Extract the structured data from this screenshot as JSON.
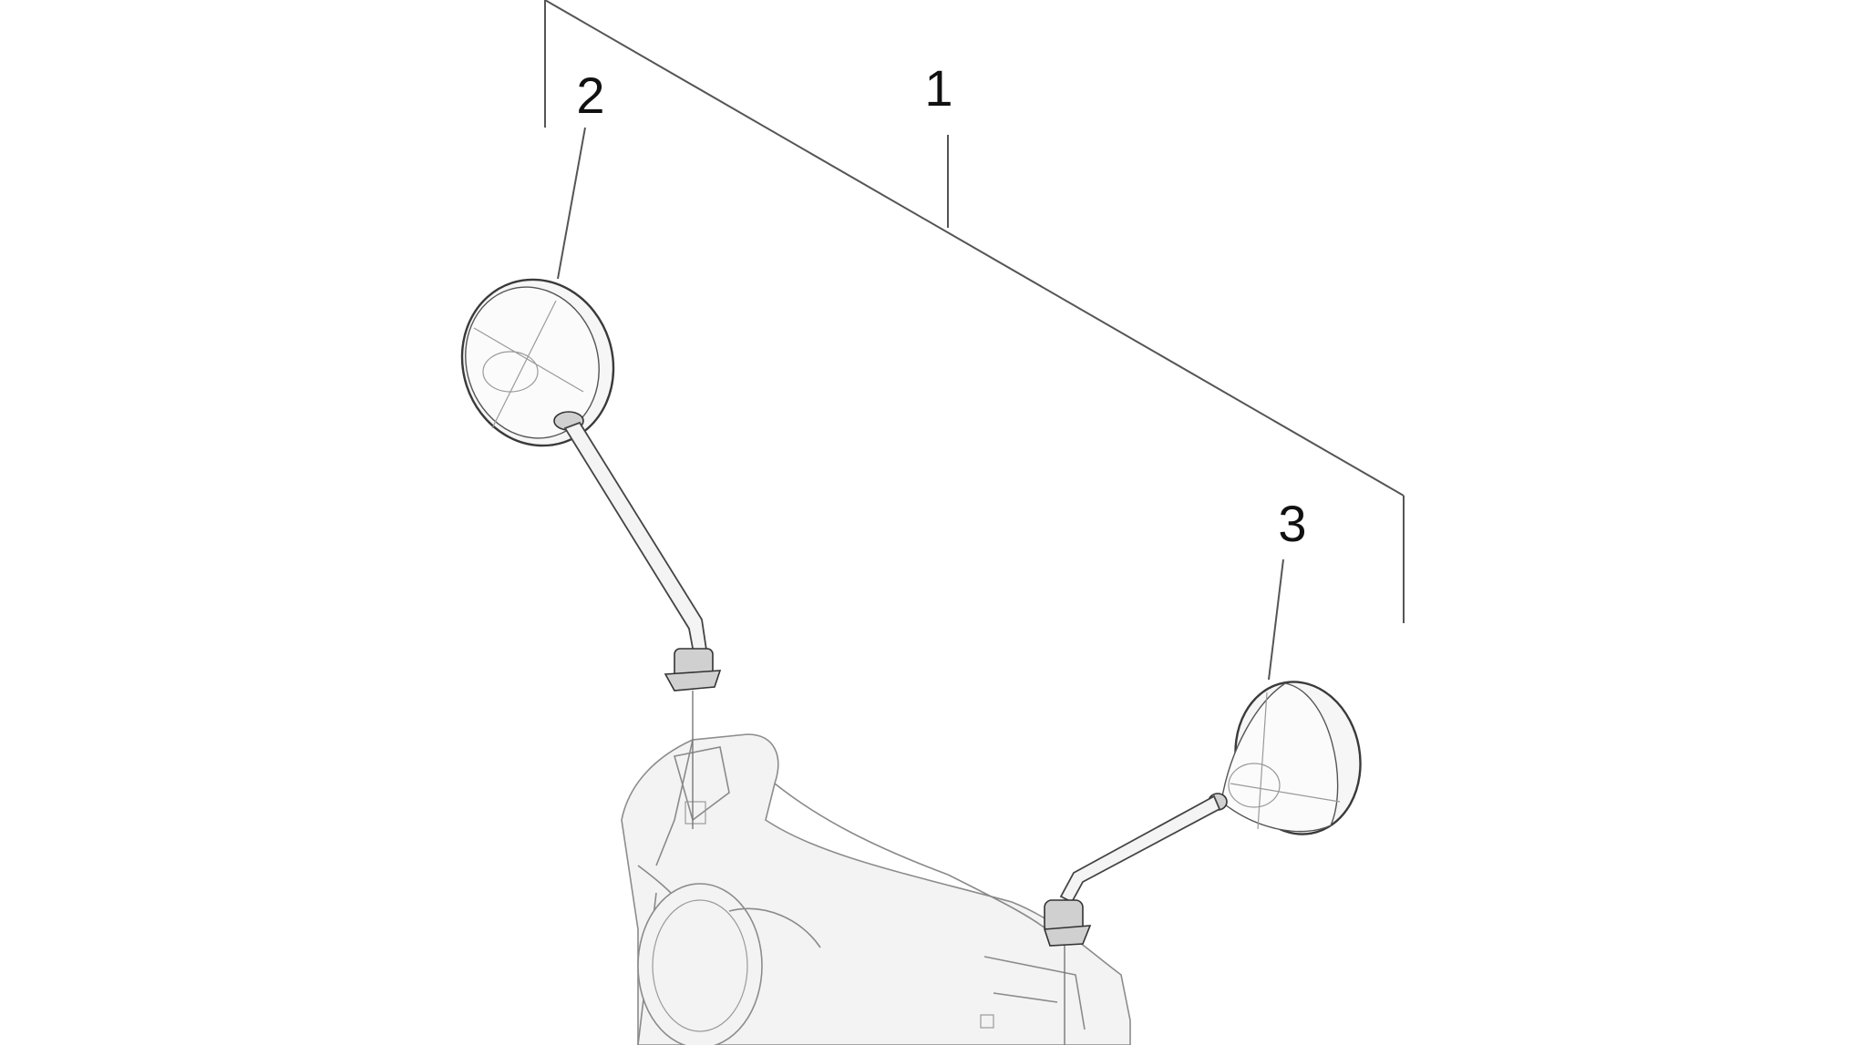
{
  "callouts": [
    {
      "id": "1",
      "label": "1"
    },
    {
      "id": "2",
      "label": "2"
    },
    {
      "id": "3",
      "label": "3"
    }
  ],
  "colors": {
    "background": "#ffffff",
    "line": "#555555",
    "text": "#111111"
  }
}
